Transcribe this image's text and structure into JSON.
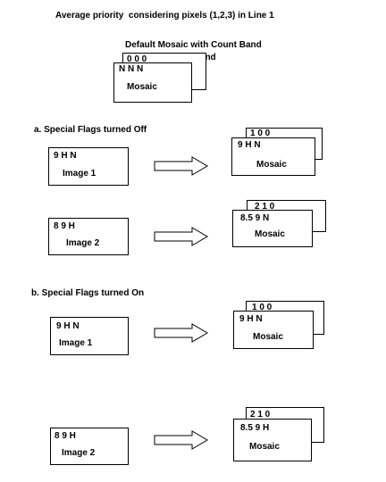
{
  "title": "Average priority  considering pixels (1,2,3) in Line 1",
  "default_mosaic": {
    "heading": "Default Mosaic with Count Band",
    "count_band_label": "Count Band",
    "count_values": "0 0 0",
    "pixel_values": "N N N",
    "name": "Mosaic"
  },
  "section_a": {
    "heading": "a. Special Flags turned Off",
    "rows": [
      {
        "input_values": "9 H N",
        "input_name": "Image 1",
        "count_values": "1 0 0",
        "output_values": "9 H N",
        "output_name": "Mosaic"
      },
      {
        "input_values": "8 9 H",
        "input_name": "Image 2",
        "count_values": "2 1 0",
        "output_values": "8.5 9 N",
        "output_name": "Mosaic"
      }
    ]
  },
  "section_b": {
    "heading": "b. Special Flags turned On",
    "rows": [
      {
        "input_values": "9 H N",
        "input_name": "Image 1",
        "count_values": "1 0 0",
        "output_values": "9 H N",
        "output_name": "Mosaic"
      },
      {
        "input_values": "8 9 H",
        "input_name": "Image 2",
        "count_values": "2 1 0",
        "output_values": "8.5 9 H",
        "output_name": "Mosaic"
      }
    ]
  }
}
